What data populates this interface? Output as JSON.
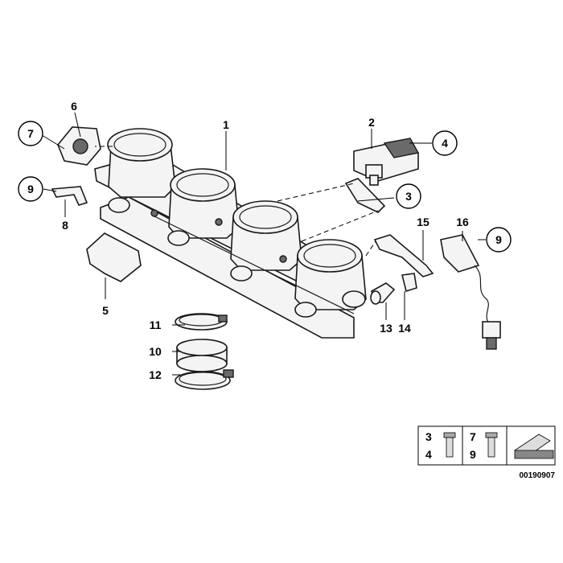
{
  "diagram_id": "00190907",
  "callouts": [
    {
      "id": "c1",
      "label": "1"
    },
    {
      "id": "c2",
      "label": "2"
    },
    {
      "id": "c3",
      "label": "3"
    },
    {
      "id": "c4",
      "label": "4"
    },
    {
      "id": "c5",
      "label": "5"
    },
    {
      "id": "c6",
      "label": "6"
    },
    {
      "id": "c7",
      "label": "7"
    },
    {
      "id": "c8",
      "label": "8"
    },
    {
      "id": "c9a",
      "label": "9"
    },
    {
      "id": "c9b",
      "label": "9"
    },
    {
      "id": "c10",
      "label": "10"
    },
    {
      "id": "c11",
      "label": "11"
    },
    {
      "id": "c12",
      "label": "12"
    },
    {
      "id": "c13",
      "label": "13"
    },
    {
      "id": "c14",
      "label": "14"
    },
    {
      "id": "c15",
      "label": "15"
    },
    {
      "id": "c16",
      "label": "16"
    }
  ],
  "legend": {
    "group_a": {
      "top": "3",
      "bottom": "4"
    },
    "group_b": {
      "top": "7",
      "bottom": "9"
    }
  }
}
